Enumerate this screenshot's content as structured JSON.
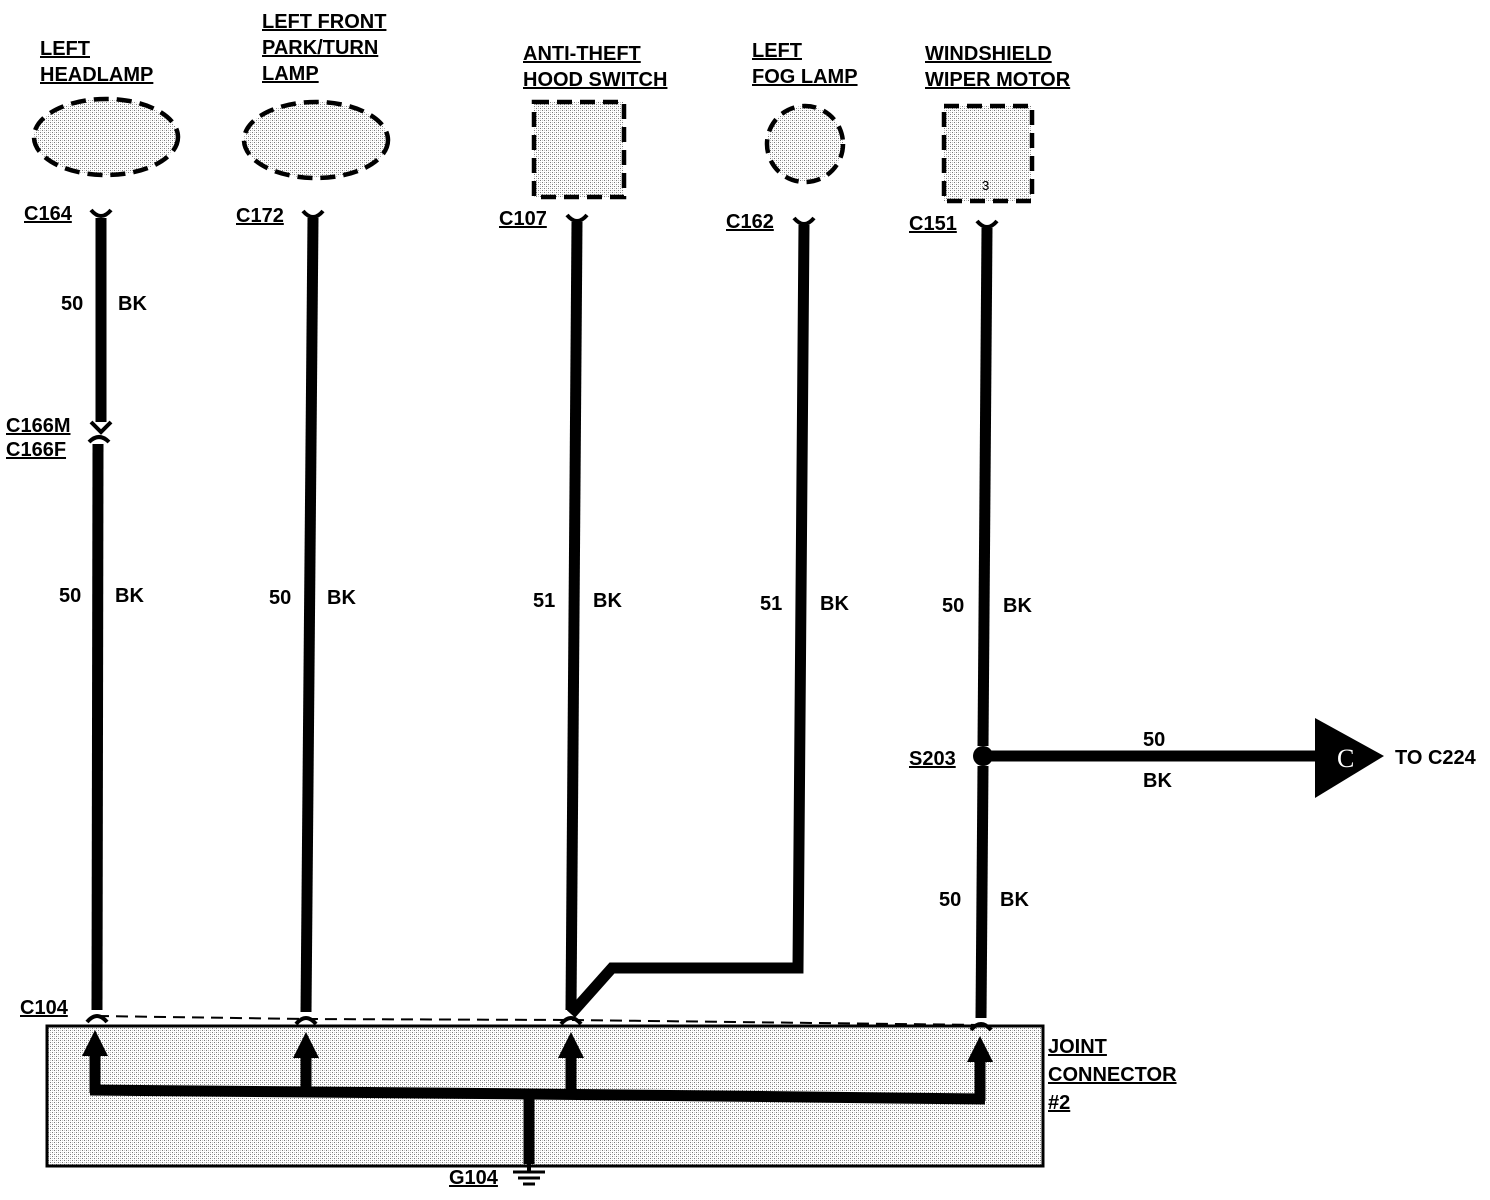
{
  "components": {
    "left_headlamp": {
      "line1": "LEFT",
      "line2": "HEADLAMP",
      "connector": "C164"
    },
    "left_front_park_turn": {
      "line1": "LEFT FRONT",
      "line2": "PARK/TURN",
      "line3": "LAMP",
      "connector": "C172"
    },
    "hood_switch": {
      "line1": "ANTI-THEFT",
      "line2": "HOOD SWITCH",
      "connector": "C107"
    },
    "left_fog_lamp": {
      "line1": "LEFT",
      "line2": "FOG LAMP",
      "connector": "C162"
    },
    "wiper_motor": {
      "line1": "WINDSHIELD",
      "line2": "WIPER MOTOR",
      "connector": "C151",
      "pin": "3"
    }
  },
  "inline_connector": {
    "male": "C166M",
    "female": "C166F"
  },
  "wires": {
    "w1a": {
      "circuit": "50",
      "color": "BK"
    },
    "w1b": {
      "circuit": "50",
      "color": "BK"
    },
    "w2": {
      "circuit": "50",
      "color": "BK"
    },
    "w3": {
      "circuit": "51",
      "color": "BK"
    },
    "w4": {
      "circuit": "51",
      "color": "BK"
    },
    "w5a": {
      "circuit": "50",
      "color": "BK"
    },
    "w5b": {
      "circuit": "50",
      "color": "BK"
    },
    "branch": {
      "circuit": "50",
      "color": "BK"
    }
  },
  "splice": {
    "label": "S203"
  },
  "offpage": {
    "letter": "C",
    "to": "TO C224"
  },
  "joint": {
    "connector": "C104",
    "line1": "JOINT",
    "line2": "CONNECTOR",
    "line3": "#2"
  },
  "ground": {
    "label": "G104"
  }
}
